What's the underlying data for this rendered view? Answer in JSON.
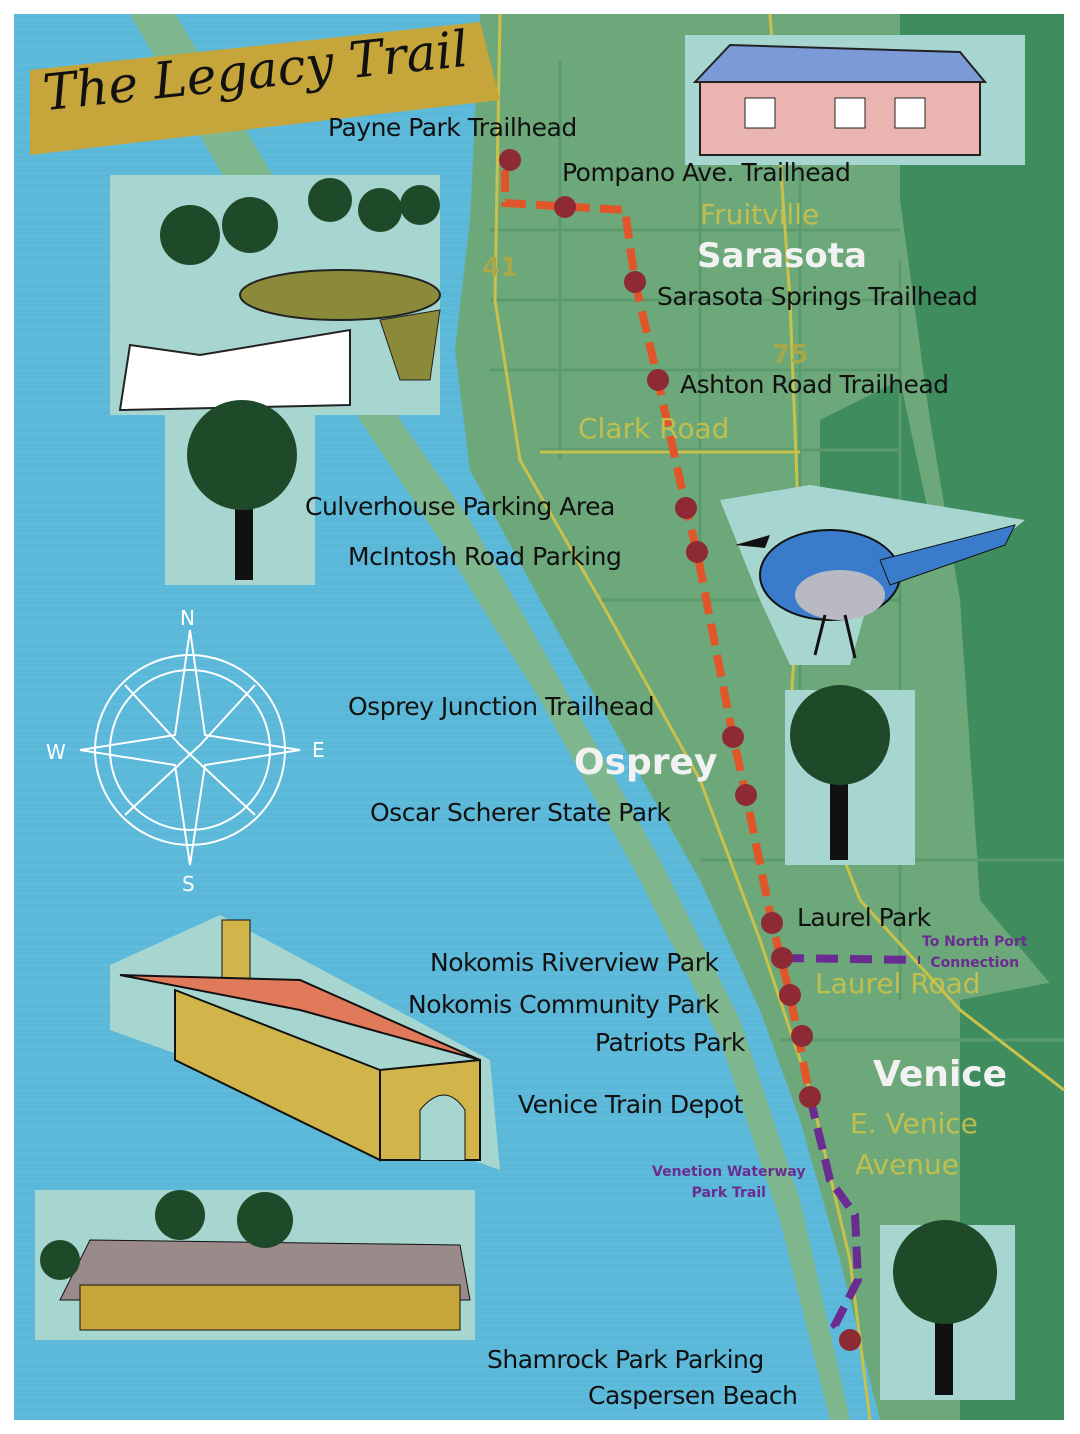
{
  "title": "The Legacy Trail",
  "colors": {
    "water": "#5bb8d8",
    "land": "#6da87a",
    "land_dark": "#3f8c5e",
    "trail": "#e0562a",
    "stop": "#8e2a33",
    "connector": "#6a2c91",
    "banner": "#c6a53a",
    "road": "#c9c24a"
  },
  "stops": [
    {
      "name": "Payne Park Trailhead"
    },
    {
      "name": "Pompano Ave. Trailhead"
    },
    {
      "name": "Sarasota Springs Trailhead"
    },
    {
      "name": "Ashton Road Trailhead"
    },
    {
      "name": "Culverhouse Parking Area"
    },
    {
      "name": "McIntosh Road Parking"
    },
    {
      "name": "Osprey Junction Trailhead"
    },
    {
      "name": "Oscar Scherer State Park"
    },
    {
      "name": "Laurel Park"
    },
    {
      "name": "Nokomis Riverview Park"
    },
    {
      "name": "Nokomis Community Park"
    },
    {
      "name": "Patriots Park"
    },
    {
      "name": "Venice Train Depot"
    },
    {
      "name": "Shamrock Park Parking",
      "sub": "Caspersen Beach"
    }
  ],
  "towns": {
    "sarasota": "Sarasota",
    "osprey": "Osprey",
    "venice": "Venice"
  },
  "roads": {
    "fruitville": "Fruitville",
    "clark": "Clark Road",
    "laurel": "Laurel Road",
    "venice_ave_1": "E. Venice",
    "venice_ave_2": "Avenue"
  },
  "highways": {
    "us41": "41",
    "i75": "75"
  },
  "connectors": {
    "north_port": [
      "To North Port",
      "Connection"
    ],
    "venetian": [
      "Venetion Waterway",
      "Park Trail"
    ]
  },
  "compass": {
    "n": "N",
    "s": "S",
    "e": "E",
    "w": "W"
  }
}
